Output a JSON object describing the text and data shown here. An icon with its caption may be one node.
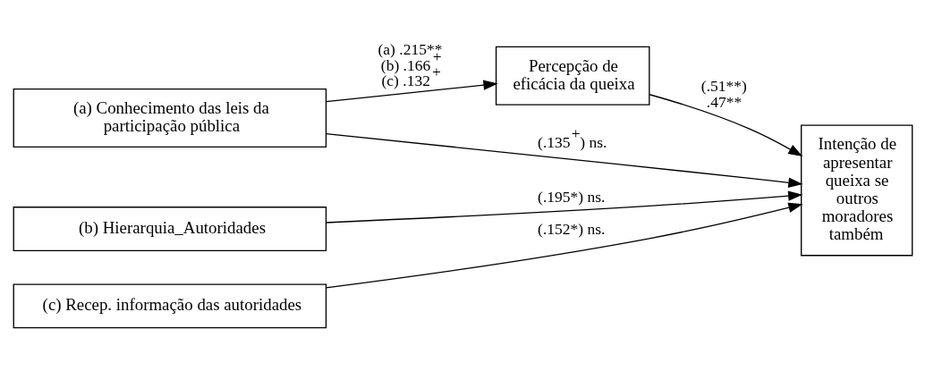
{
  "diagram": {
    "nodes": [
      {
        "text": [
          "Percepção de eficácia da queixa"
        ]
      },
      {
        "text": [
          "(a) Conhecimento das leis da participação pública"
        ]
      },
      {
        "text": [
          "(b) Hierarquia_Autoridades"
        ]
      },
      {
        "text": [
          "(c) Recep. informação das autoridades"
        ]
      },
      {
        "text": [
          "Intenção de apresentar queixa se outros moradores também"
        ]
      }
    ],
    "edges": [
      {
        "from": 1,
        "to": 0,
        "arrow": "to",
        "label": "(a) .215** (b) .166$^{+}$ (c) .132$^{+}$"
      },
      {
        "from": 0,
        "to": 4,
        "arrow": "to",
        "label": "(.51**) .47**"
      },
      {
        "from": 1,
        "to": 4,
        "arrow": "to",
        "label": "(.135$^{+}$) ns."
      },
      {
        "from": 2,
        "to": 4,
        "arrow": "to",
        "label": "(.195*) ns."
      },
      {
        "from": 3,
        "to": 4,
        "arrow": "to",
        "label": "(.152*) ns."
      }
    ]
  }
}
